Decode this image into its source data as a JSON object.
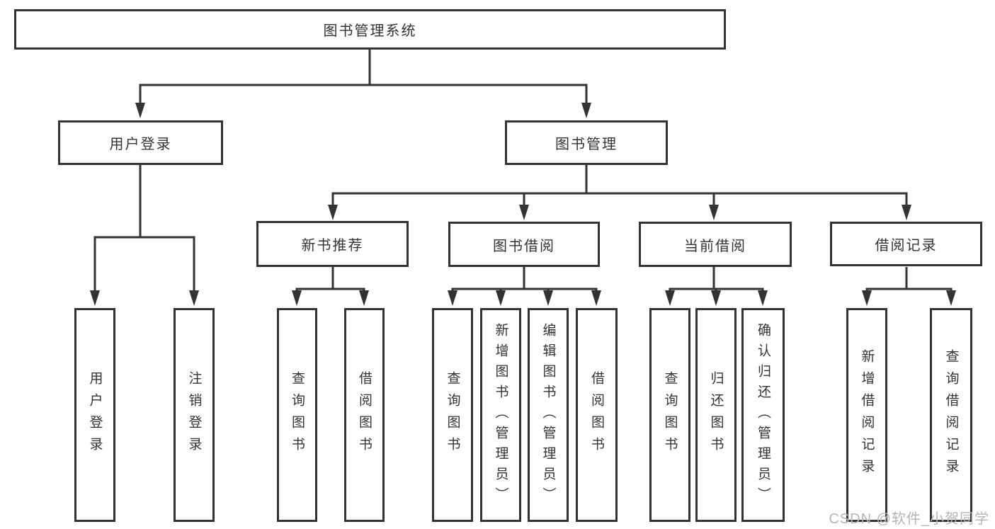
{
  "diagram_title": "图书管理系统",
  "nodes": {
    "root": "图书管理系统",
    "level2": {
      "user_login": "用户登录",
      "book_management": "图书管理"
    },
    "level3": {
      "new_book_recommendation": "新书推荐",
      "book_borrowing": "图书借阅",
      "current_borrowing": "当前借阅",
      "borrowing_records": "借阅记录"
    },
    "leaves": {
      "user_login": "用户登录",
      "logout": "注销登录",
      "recommend_query_books": "查询图书",
      "recommend_borrow_books": "借阅图书",
      "borrowing_query_books": "查询图书",
      "borrowing_add_books": "新增图书（管理员）",
      "borrowing_edit_books": "编辑图书（管理员）",
      "borrowing_borrow_books": "借阅图书",
      "current_query_books": "查询图书",
      "current_return_books": "归还图书",
      "current_confirm_return": "确认归还（管理员）",
      "records_add_record": "新增借阅记录",
      "records_query_record": "查询借阅记录"
    }
  },
  "watermark": {
    "text": "CSDN @软件_小贺同学"
  },
  "colors": {
    "line": "#333333",
    "box_border": "#333333",
    "text": "#333333",
    "watermark": "#b5b5b5",
    "background": "#ffffff"
  }
}
